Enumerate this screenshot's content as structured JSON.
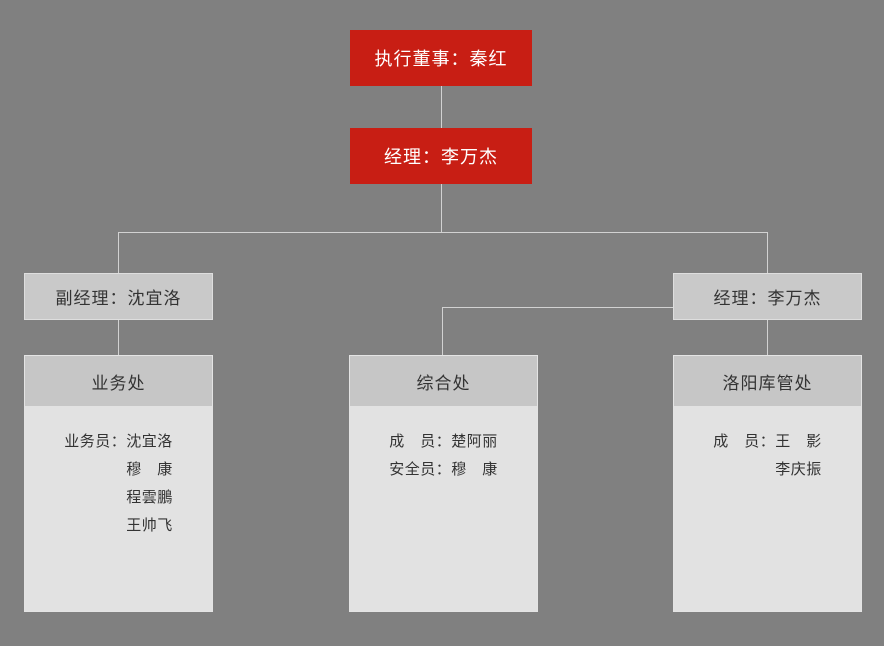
{
  "colors": {
    "background": "#808080",
    "exec_box": "#c81e14",
    "exec_text": "#ffffff",
    "manager_box": "#c9c9c9",
    "dept_header": "#c6c6c6",
    "dept_body": "#e2e2e2",
    "connector": "#d2d2d2",
    "text": "#333333"
  },
  "executives": [
    {
      "label": "执行董事：秦红"
    },
    {
      "label": "经理：李万杰"
    }
  ],
  "managers": [
    {
      "label": "副经理：沈宜洛"
    },
    {
      "label": "经理：李万杰"
    }
  ],
  "departments": [
    {
      "title": "业务处",
      "members": [
        "业务员：沈宜洛",
        "　　　　穆　康",
        "　　　　程雲鵬",
        "　　　　王帅飞"
      ]
    },
    {
      "title": "综合处",
      "members": [
        "成　员：楚阿丽",
        "安全员：穆　康"
      ]
    },
    {
      "title": "洛阳库管处",
      "members": [
        "成　员：王　影",
        "　　　　李庆振"
      ]
    }
  ]
}
